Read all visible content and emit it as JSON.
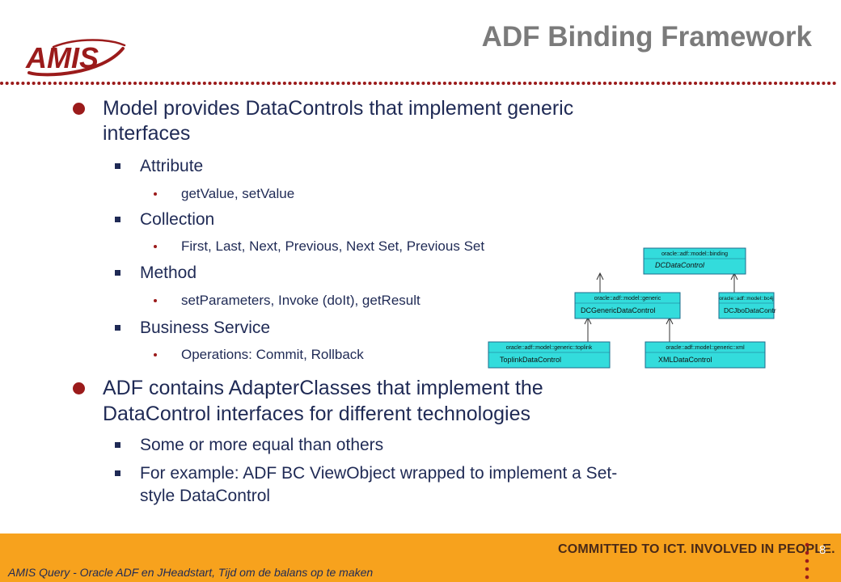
{
  "header": {
    "logo_text": "AMIS",
    "title": "ADF Binding Framework"
  },
  "bullets": [
    {
      "text": "Model provides DataControls that implement generic",
      "text2": "interfaces",
      "children": [
        {
          "text": "Attribute",
          "children": [
            "getValue, setValue"
          ]
        },
        {
          "text": "Collection",
          "children": [
            "First, Last, Next, Previous, Next Set, Previous Set"
          ]
        },
        {
          "text": "Method",
          "children": [
            "setParameters, Invoke (doIt), getResult"
          ]
        },
        {
          "text": "Business Service",
          "children": [
            "Operations: Commit, Rollback"
          ]
        }
      ]
    },
    {
      "text": "ADF contains AdapterClasses that implement the",
      "text2": "DataControl interfaces for different technologies",
      "children": [
        {
          "text": "Some or more equal than others"
        },
        {
          "text": "For example: ADF BC ViewObject wrapped to implement a Set-",
          "text2": "style DataControl"
        }
      ]
    }
  ],
  "diagram": {
    "boxes": [
      {
        "package": "oracle::adf::model::binding",
        "name": "DCDataControl"
      },
      {
        "package": "oracle::adf::model::generic",
        "name": "DCGenericDataControl"
      },
      {
        "package": "oracle::adf::model::bc4j",
        "name": "DCJboDataControl"
      },
      {
        "package": "oracle::adf::model::generic::toplink",
        "name": "ToplinkDataControl"
      },
      {
        "package": "oracle::adf::model::generic::xml",
        "name": "XMLDataControl"
      }
    ]
  },
  "footer": {
    "caption": "AMIS Query - Oracle ADF en JHeadstart, Tijd om de balans op te maken",
    "slogan": "COMMITTED TO ICT. INVOLVED IN PEOPLE.",
    "page_number": "8"
  },
  "colors": {
    "accent_red": "#9b1b1b",
    "text_navy": "#1f2a55",
    "footer_orange": "#f7a21d",
    "diagram_box": "#33dcdc"
  }
}
